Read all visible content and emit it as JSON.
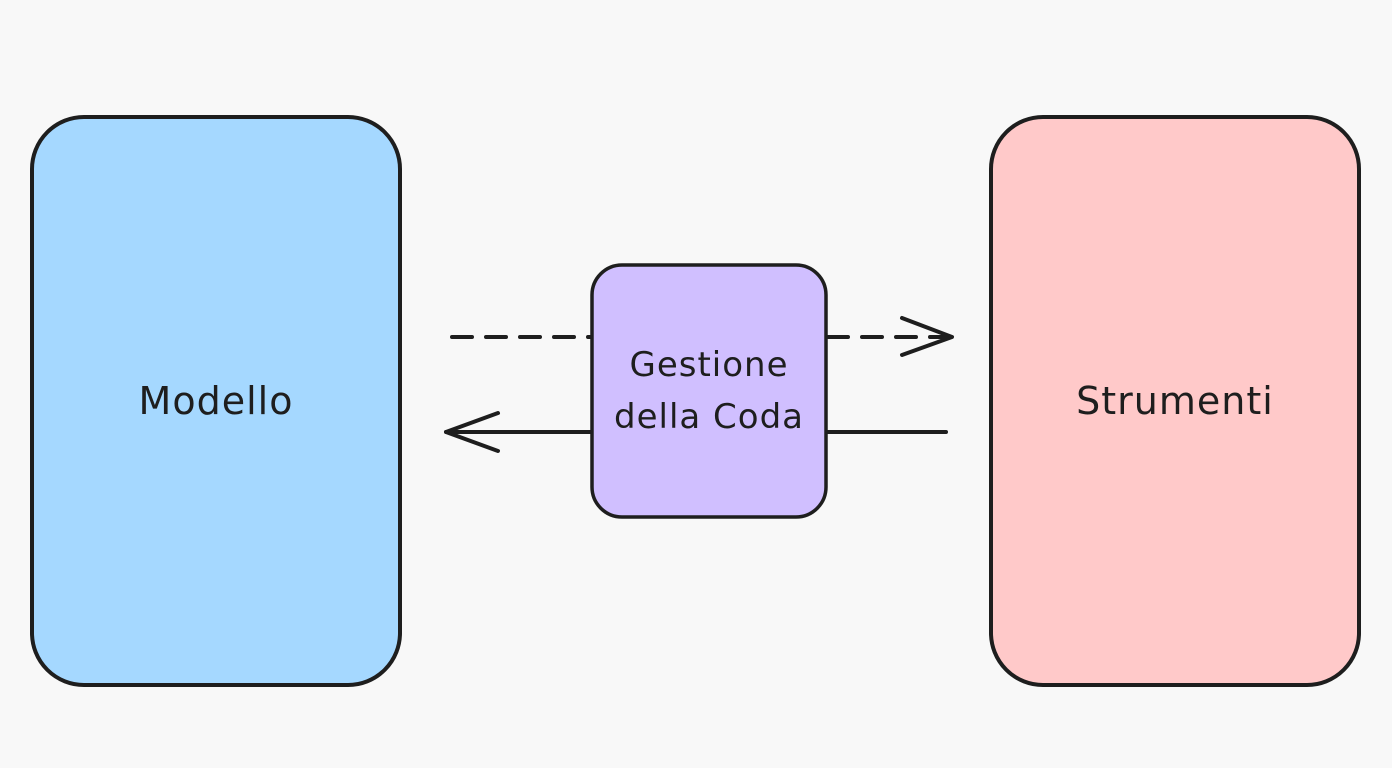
{
  "diagram": {
    "nodes": [
      {
        "id": "model",
        "label": "Modello",
        "fill": "#a5d8ff"
      },
      {
        "id": "queue",
        "label": "Gestione\ndella Coda",
        "fill": "#d0bfff"
      },
      {
        "id": "tools",
        "label": "Strumenti",
        "fill": "#ffc9c9"
      }
    ],
    "edges": [
      {
        "from": "model",
        "to": "tools",
        "style": "dashed",
        "via": "queue"
      },
      {
        "from": "tools",
        "to": "model",
        "style": "solid",
        "via": "queue"
      }
    ],
    "colors": {
      "background": "#f8f8f8",
      "stroke": "#1e1e1e"
    }
  }
}
